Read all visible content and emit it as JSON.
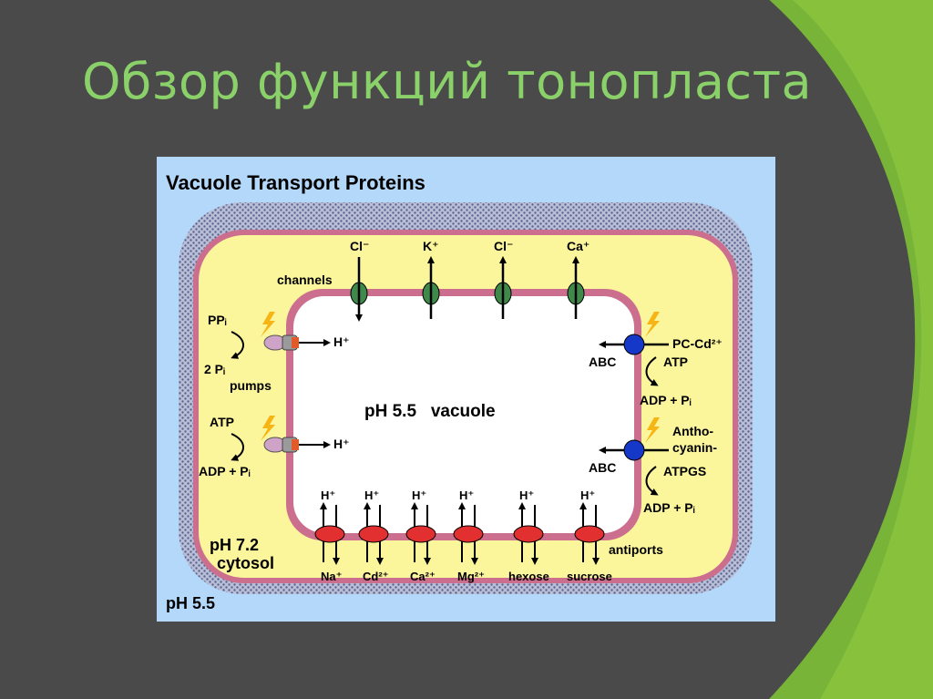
{
  "slide": {
    "title": "Обзор функций тонопласта",
    "colors": {
      "background": "#4a4a4a",
      "accent": "#7ab63a",
      "title": "#8bd16a"
    }
  },
  "diagram": {
    "title": "Vacuole Transport Proteins",
    "region_labels": {
      "vacuole": "pH 5.5   vacuole",
      "cytosol_ph": "pH 7.2",
      "cytosol": "cytosol",
      "outside": "pH 5.5"
    },
    "channels": {
      "label": "channels",
      "ions": [
        "Cl⁻",
        "K⁺",
        "Cl⁻",
        "Ca⁺"
      ]
    },
    "pumps": {
      "label": "pumps",
      "pp_substrate": "PPᵢ",
      "pp_product": "2 Pᵢ",
      "atp_substrate": "ATP",
      "atp_product": "ADP + Pᵢ",
      "proton": "H⁺"
    },
    "abc_transporters": {
      "label": "ABC",
      "top_substrate": "PC-Cd²⁺",
      "top_atp": "ATP",
      "top_product": "ADP + Pᵢ",
      "bottom_substrate_line1": "Antho-",
      "bottom_substrate_line2": "cyanin-",
      "bottom_atp": "ATPGS",
      "bottom_product": "ADP + Pᵢ"
    },
    "antiports": {
      "label": "antiports",
      "proton": "H⁺",
      "solutes": [
        "Na⁺",
        "Cd²⁺",
        "Ca²⁺",
        "Mg²⁺",
        "hexose",
        "sucrose"
      ]
    },
    "colors": {
      "panel": "#b3d8fa",
      "wall": "#8f95b7",
      "cytoplasm": "#fbf59c",
      "membrane": "#cc6f8e",
      "vacuole": "#ffffff",
      "channel": "#3f8a4a",
      "antiport": "#e23030",
      "abc": "#1638c8",
      "energy": "#f7b515"
    }
  }
}
